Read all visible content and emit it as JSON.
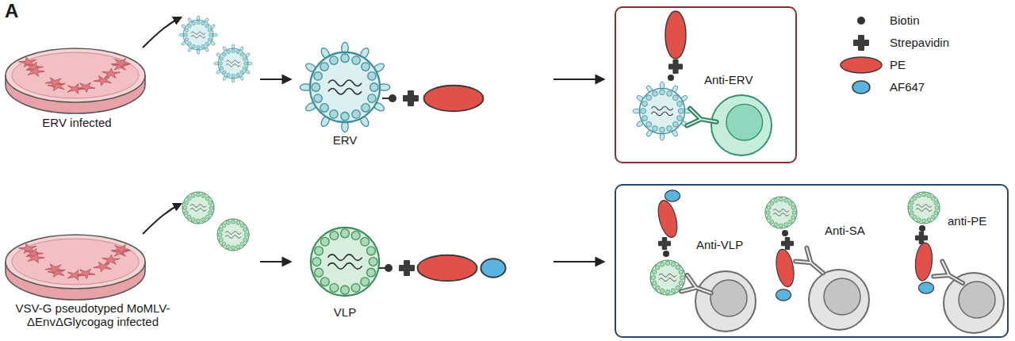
{
  "diagram": {
    "nodes": [
      {
        "text": [
          "ERV infected"
        ]
      },
      {
        "text": [
          "ERV"
        ]
      },
      {
        "text": []
      },
      {
        "text": [
          "Anti-ERV"
        ],
        "in": 2
      },
      {
        "text": [
          "VSV-G pseudotyped MoMLV-ΔEnvΔGlycogag infected"
        ]
      },
      {
        "text": [
          "VLP"
        ]
      },
      {
        "text": []
      },
      {
        "text": [
          "Anti-VLP"
        ],
        "in": 6
      },
      {
        "text": [
          "Anti-SA"
        ],
        "in": 6
      },
      {
        "text": [
          "anti-PE"
        ],
        "in": 6
      }
    ],
    "edges": [
      {
        "from": 0,
        "to": 1,
        "arrow": "to"
      },
      {
        "from": 1,
        "to": 2,
        "arrow": "to"
      },
      {
        "from": 4,
        "to": 5,
        "arrow": "to"
      },
      {
        "from": 5,
        "to": 6,
        "arrow": "to"
      }
    ],
    "labels": [
      "A"
    ],
    "legend": [
      {
        "text": "Biotin",
        "color": "#333333"
      },
      {
        "text": "Strepavidin",
        "color": "#3b3b3b"
      },
      {
        "text": "PE",
        "color": "#e2504a"
      },
      {
        "text": "AF647",
        "color": "#5ab4e0"
      }
    ]
  }
}
